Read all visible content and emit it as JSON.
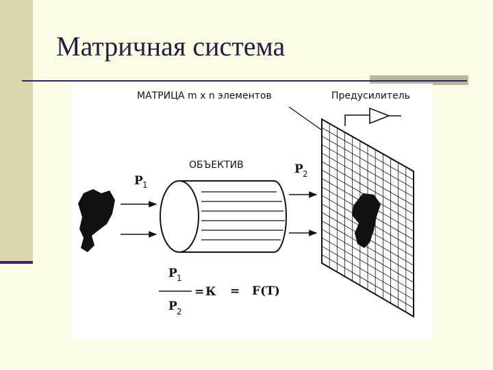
{
  "slide": {
    "title": "Матричная система"
  },
  "figure": {
    "matrix_label": "МАТРИЦА m x n элементов",
    "preamp_label": "Предусилитель",
    "lens_label": "ОБЪЕКТИВ",
    "p1_main": "P",
    "p1_sub": "1",
    "p2_main": "P",
    "p2_sub": "2",
    "formula": {
      "num_main": "P",
      "num_sub": "1",
      "den_main": "P",
      "den_sub": "2",
      "eq1": "=",
      "k": "К",
      "eq2": "=",
      "ft": "F(T)"
    }
  }
}
